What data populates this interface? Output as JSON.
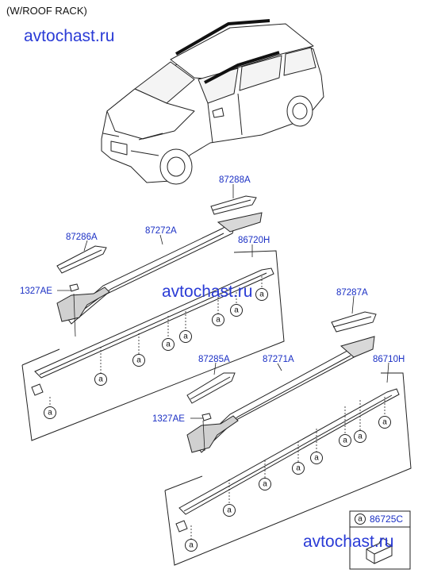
{
  "header": {
    "title": "(W/ROOF RACK)"
  },
  "watermarks": [
    "avtochast.ru",
    "avtochast.ru",
    "avtochast.ru"
  ],
  "parts": {
    "p87288A": "87288A",
    "p87286A": "87286A",
    "p87272A": "87272A",
    "p86720H": "86720H",
    "p1327AE_top": "1327AE",
    "p87287A": "87287A",
    "p87285A": "87285A",
    "p87271A": "87271A",
    "p86710H": "86710H",
    "p1327AE_bottom": "1327AE"
  },
  "callout_letter": "a",
  "legend": {
    "letter": "a",
    "part": "86725C"
  },
  "colors": {
    "part_number": "#1a2fc4",
    "watermark": "#2a3bd6",
    "line": "#222222"
  }
}
